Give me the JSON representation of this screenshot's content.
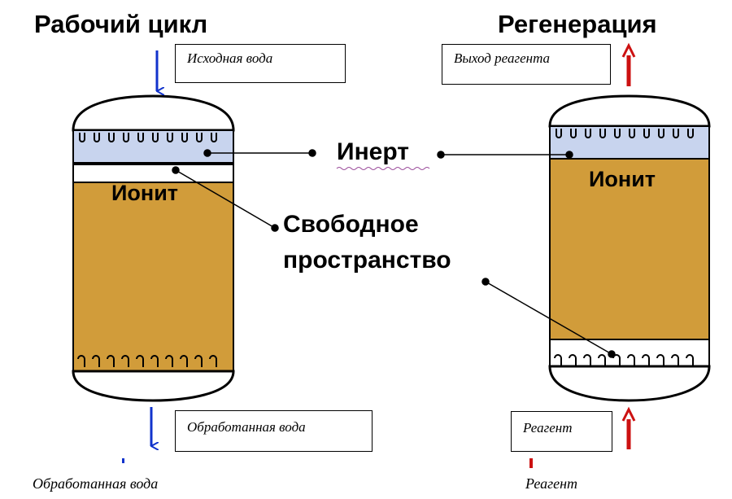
{
  "titles": {
    "working_cycle": "Рабочий цикл",
    "regeneration": "Регенерация"
  },
  "left_column": {
    "inlet_label": "Исходная вода",
    "outlet_label": "Обработанная вода",
    "resin_label": "Ионит",
    "bottom_caption": "Обработанная вода"
  },
  "right_column": {
    "outlet_label": "Выход реагента",
    "inlet_label": "Реагент",
    "resin_label": "Ионит",
    "bottom_caption": "Реагент"
  },
  "center_labels": {
    "inert": "Инерт",
    "free_space_line1": "Свободное",
    "free_space_line2": "пространство"
  },
  "colors": {
    "resin_fill": "#d19c3a",
    "inert_fill": "#c8d4ee",
    "arrow_blue": "#1133cc",
    "arrow_red": "#cc1111"
  }
}
